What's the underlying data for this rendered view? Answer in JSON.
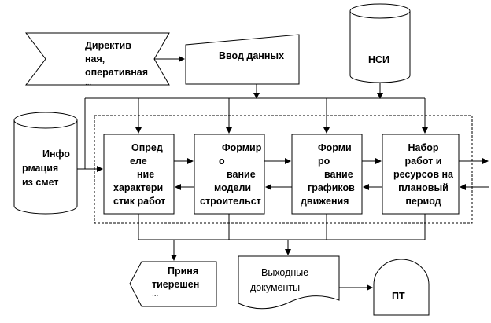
{
  "diagram": {
    "directive": [
      "Директив",
      "ная,",
      "оперативная",
      "..."
    ],
    "data_input": "Ввод данных",
    "nsi": "НСИ",
    "estimates_info": [
      "Инфо",
      "рмация",
      "из смет"
    ],
    "process_1": [
      "Опред",
      "еле",
      "ние",
      "характери",
      "стик работ"
    ],
    "process_2": [
      "Формир",
      "о",
      "вание",
      "модели",
      "строительст"
    ],
    "process_3": [
      "Форми",
      "ро",
      "вание",
      "графиков",
      "движения"
    ],
    "process_4": [
      "Набор",
      "работ и",
      "ресурсов на",
      "плановый",
      "период"
    ],
    "decision": [
      "Приня",
      "тиерешен",
      "..."
    ],
    "output_docs": [
      "Выходные",
      "документы"
    ],
    "pt": "ПТ"
  }
}
